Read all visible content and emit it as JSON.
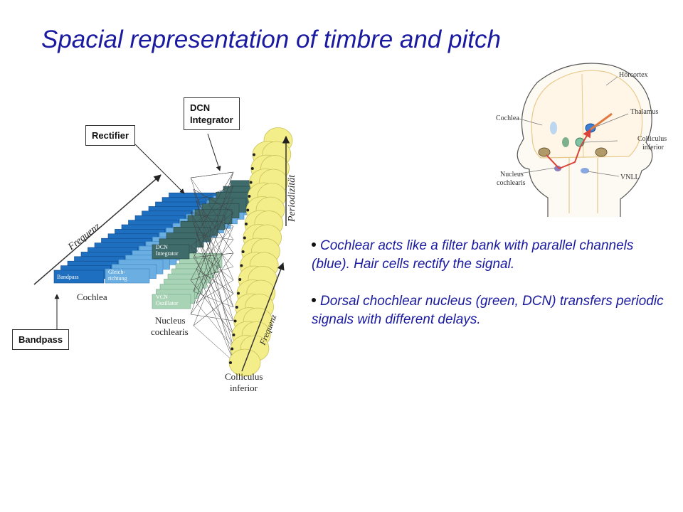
{
  "slide": {
    "title": "Spacial representation of timbre and pitch"
  },
  "callouts": {
    "dcn": [
      "DCN",
      "Integrator"
    ],
    "rectifier": "Rectifier",
    "bandpass": "Bandpass"
  },
  "diagram": {
    "axis_frequenz": "Frequenz",
    "axis_periodizitat": "Periodizität",
    "axis_frequenz_2": "Frequenz",
    "stage_bandpass": "Bandpass",
    "stage_gleichrichtung": [
      "Gleich-",
      "richtung"
    ],
    "stage_dcn": [
      "DCN",
      "Integrator"
    ],
    "stage_vcn": [
      "VCN",
      "Oszillator"
    ],
    "region_cochlea": "Cochlea",
    "region_nucleus": [
      "Nucleus",
      "cochlearis"
    ],
    "region_colliculus": [
      "Colliculus",
      "inferior"
    ]
  },
  "brain": {
    "label_horcortex": "Hörcortex",
    "label_thalamus": "Thalamus",
    "label_cochlea": "Cochlea",
    "label_colliculus": [
      "Colliculus",
      "inferior"
    ],
    "label_nucleus": [
      "Nucleus",
      "cochlearis"
    ],
    "label_vnll": "VNLL"
  },
  "bullets": [
    "Cochlear acts like a filter bank with parallel channels (blue). Hair cells rectify the signal.",
    "Dorsal chochlear nucleus (green, DCN) transfers periodic signals with different delays."
  ],
  "colors": {
    "title_text": "#1a1aa0",
    "bandpass_blue": "#1f6fc0",
    "rectifier_blue": "#6aaee2",
    "dcn_dark": "#3f6b6b",
    "vcn_green": "#a9d3b5",
    "colliculus_yellow": "#f4ee8a"
  }
}
